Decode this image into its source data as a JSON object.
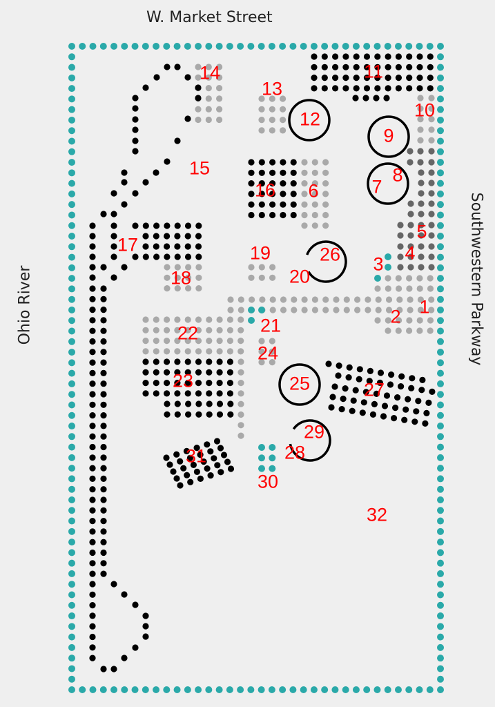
{
  "streets": {
    "north": "W. Market Street",
    "east": "Southwestern Parkway",
    "west": "Ohio River"
  },
  "labels": [
    "1",
    "2",
    "3",
    "4",
    "5",
    "6",
    "7",
    "8",
    "9",
    "10",
    "11",
    "12",
    "13",
    "14",
    "15",
    "16",
    "17",
    "18",
    "19",
    "20",
    "21",
    "22",
    "23",
    "24",
    "25",
    "26",
    "27",
    "28",
    "29",
    "30",
    "31",
    "32"
  ],
  "colors": {
    "border": "#2aa9a9",
    "black": "#000000",
    "light_gray": "#a9a9a9",
    "dark_gray": "#666666",
    "label": "#ff0000",
    "background": "#efefef"
  }
}
